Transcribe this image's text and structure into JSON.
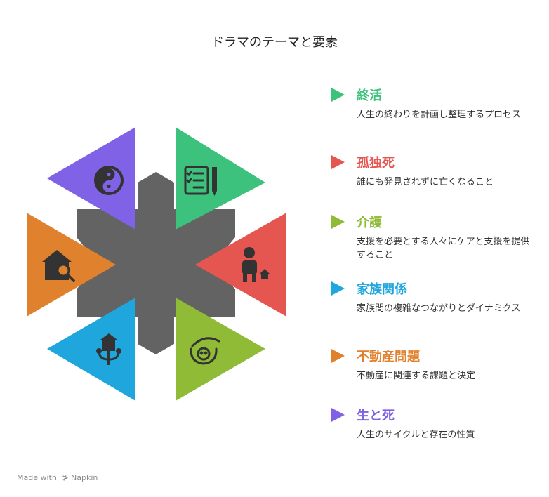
{
  "title": "ドラマのテーマと要素",
  "colors": {
    "hexagon": "#636363",
    "teal": "#3cc27d",
    "red": "#e65650",
    "olive": "#8fbb37",
    "blue": "#1fa6dd",
    "orange": "#e0812d",
    "purple": "#7f62e5"
  },
  "segments": [
    {
      "key": "shukatsu",
      "color": "#3cc27d",
      "icon": "checklist-pen-icon"
    },
    {
      "key": "kodokushi",
      "color": "#e65650",
      "icon": "person-house-icon"
    },
    {
      "key": "kaigo",
      "color": "#8fbb37",
      "icon": "hand-caring-child-icon"
    },
    {
      "key": "kazoku",
      "color": "#1fa6dd",
      "icon": "family-tree-icon"
    },
    {
      "key": "fudosan",
      "color": "#e0812d",
      "icon": "house-search-icon"
    },
    {
      "key": "seitoshi",
      "color": "#7f62e5",
      "icon": "yin-yang-icon"
    }
  ],
  "legend": [
    {
      "heading": "終活",
      "desc": "人生の終わりを計画し整理するプロセス",
      "color": "#3cc27d"
    },
    {
      "heading": "孤独死",
      "desc": "誰にも発見されずに亡くなること",
      "color": "#e65650"
    },
    {
      "heading": "介護",
      "desc": "支援を必要とする人々にケアと支援を提供すること",
      "color": "#8fbb37"
    },
    {
      "heading": "家族関係",
      "desc": "家族間の複雑なつながりとダイナミクス",
      "color": "#1fa6dd"
    },
    {
      "heading": "不動産問題",
      "desc": "不動産に関連する課題と決定",
      "color": "#e0812d"
    },
    {
      "heading": "生と死",
      "desc": "人生のサイクルと存在の性質",
      "color": "#7f62e5"
    }
  ],
  "watermark": {
    "prefix": "Made with",
    "brand": "Napkin"
  }
}
